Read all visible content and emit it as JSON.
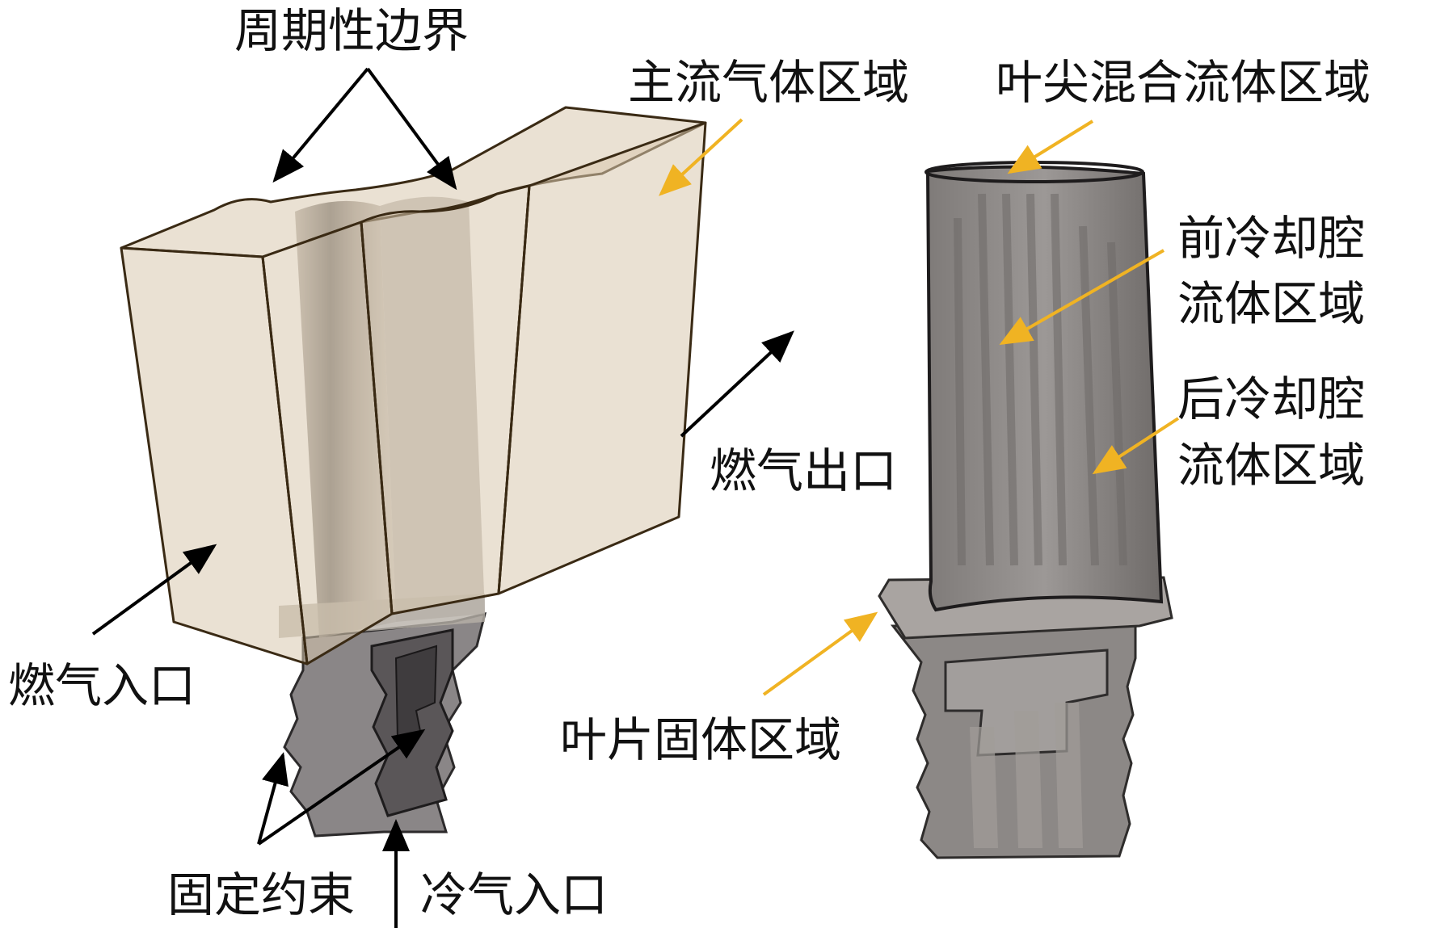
{
  "labels": {
    "periodic_boundary": "周期性边界",
    "main_flow": "主流气体区域",
    "tip_mixing": "叶尖混合流体区域",
    "front_cavity_line1": "前冷却腔",
    "front_cavity_line2": "流体区域",
    "rear_cavity_line1": "后冷却腔",
    "rear_cavity_line2": "流体区域",
    "gas_outlet": "燃气出口",
    "gas_inlet": "燃气入口",
    "blade_solid": "叶片固体区域",
    "fixed_constraint": "固定约束",
    "cold_air_inlet": "冷气入口"
  },
  "colors": {
    "domain_fill": "#d9c9ae",
    "domain_edge": "#3a2a14",
    "blade_gray": "#8f8b88",
    "root_dark": "#5c585a",
    "arrow_black": "#000000",
    "arrow_orange": "#f0b323"
  }
}
